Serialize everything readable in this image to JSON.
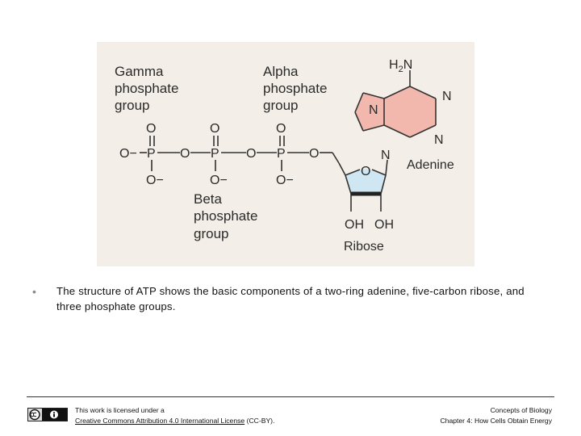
{
  "diagram": {
    "labels": {
      "gamma": [
        "Gamma",
        "phosphate",
        "group"
      ],
      "alpha": [
        "Alpha",
        "phosphate",
        "group"
      ],
      "beta": [
        "Beta",
        "phosphate",
        "group"
      ],
      "adenine": "Adenine",
      "ribose": "Ribose"
    },
    "atoms": {
      "p": "P",
      "o": "O",
      "o_minus": "O−",
      "n": "N",
      "oh": "OH",
      "h2n_h": "H",
      "h2n_sub": "2",
      "h2n_n": "N"
    },
    "colors": {
      "background": "#f3efe8",
      "adenine_ring": "#f3b8ad",
      "ribose_ring": "#cfe7f3",
      "line": "#333333"
    }
  },
  "caption": {
    "bullet": "•",
    "text": "The structure of ATP shows the basic components of a two-ring adenine, five-carbon ribose, and three phosphate groups."
  },
  "footer": {
    "cc_icon": "creative-commons-by-icon",
    "license_prefix": "This work is licensed under a",
    "license_link": "Creative Commons Attribution 4.0 International License",
    "license_suffix": "(CC-BY).",
    "book_title": "Concepts of Biology",
    "chapter": "Chapter 4: How Cells Obtain Energy"
  }
}
